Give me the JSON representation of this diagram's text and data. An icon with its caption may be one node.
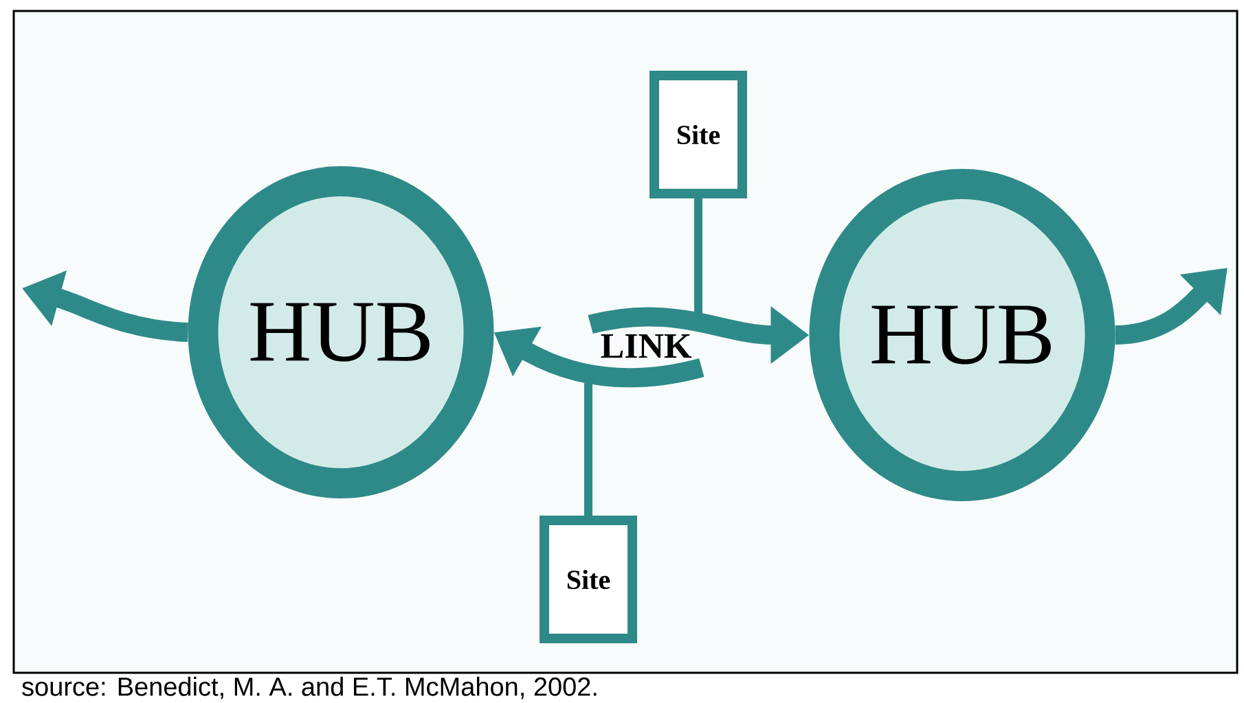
{
  "diagram": {
    "caption": "source: Benedict, M. A. and E.T. McMahon, 2002.",
    "nodes": [
      {
        "text": [
          "Site"
        ]
      },
      {
        "text": [
          "HUB"
        ]
      },
      {
        "text": [
          "LINK"
        ]
      },
      {
        "text": [
          "HUB"
        ]
      },
      {
        "text": [
          "Site"
        ]
      }
    ],
    "edges": [
      {
        "from": 2,
        "to": 1,
        "arrow": "to"
      },
      {
        "from": 2,
        "to": 3,
        "arrow": "to"
      },
      {
        "from": 0,
        "to": 2,
        "arrow": "none"
      },
      {
        "from": 4,
        "to": 2,
        "arrow": "none"
      },
      {
        "from": 1,
        "to": null,
        "arrow": "to"
      },
      {
        "from": 3,
        "to": null,
        "arrow": "to"
      }
    ]
  }
}
